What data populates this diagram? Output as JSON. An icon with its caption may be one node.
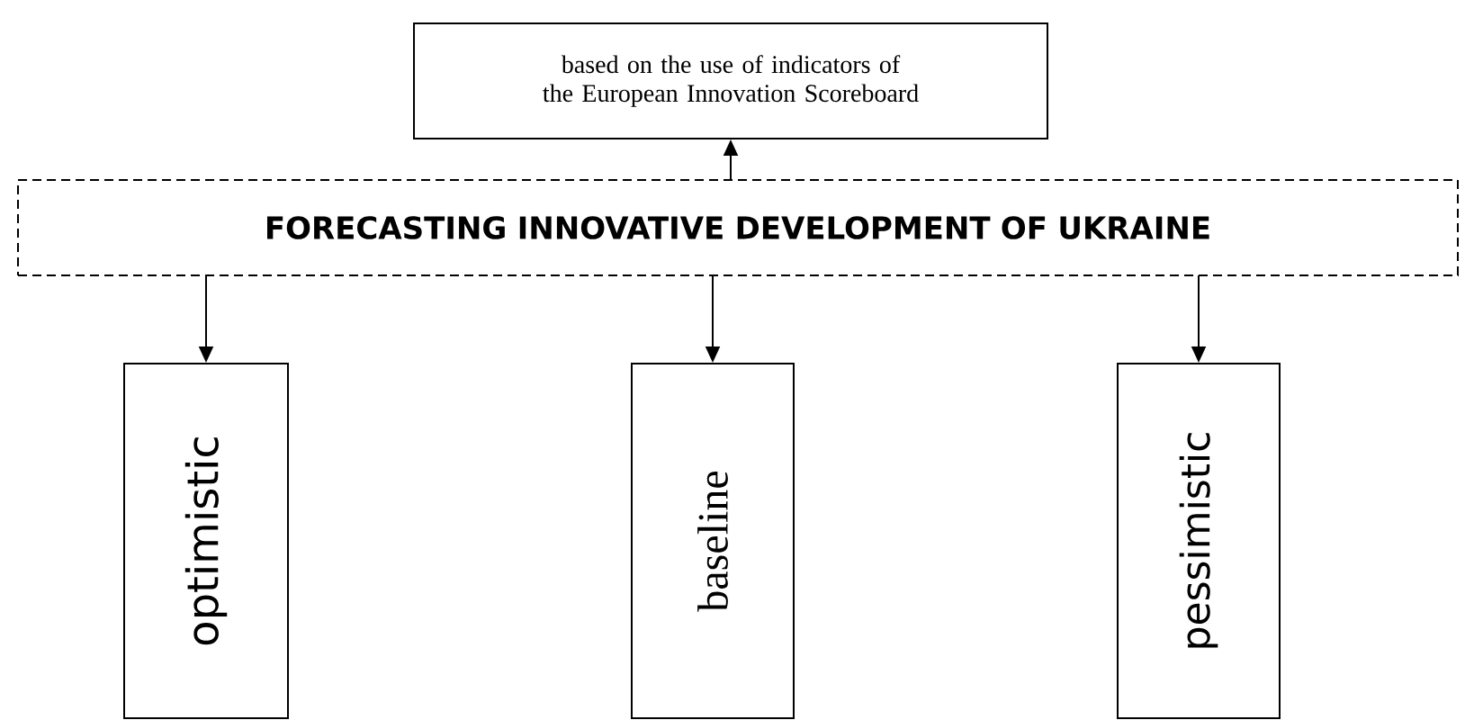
{
  "diagram": {
    "nodes": [
      {
        "text": [
          "based on the use of indicators of the European Innovation Scoreboard"
        ]
      },
      {
        "text": [
          "FORECASTING INNOVATIVE DEVELOPMENT OF UKRAINE"
        ]
      },
      {
        "text": [
          "optimistic"
        ]
      },
      {
        "text": [
          "baseline"
        ]
      },
      {
        "text": [
          "pessimistic"
        ]
      }
    ],
    "edges": [
      {
        "from": 1,
        "to": 0,
        "arrow": "to"
      },
      {
        "from": 1,
        "to": 2,
        "arrow": "to"
      },
      {
        "from": 1,
        "to": 3,
        "arrow": "to"
      },
      {
        "from": 1,
        "to": 4,
        "arrow": "to"
      }
    ]
  }
}
